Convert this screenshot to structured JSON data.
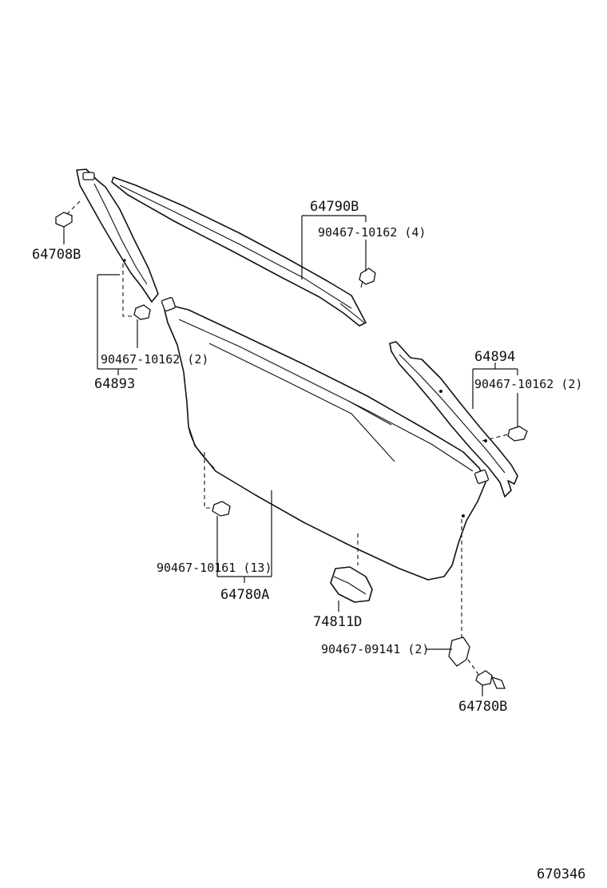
{
  "parts": {
    "p64708b": "64708B",
    "p64790b": "64790B",
    "clip_top": "90467-10162 (4)",
    "clip_left": "90467-10162 (2)",
    "p64893": "64893",
    "p64894": "64894",
    "clip_right": "90467-10162 (2)",
    "clip_panel": "90467-10161 (13)",
    "p64780a": "64780A",
    "p74811d": "74811D",
    "clip_bottom": "90467-09141 (2)",
    "p64780b": "64780B"
  },
  "diagram_id": "670346"
}
